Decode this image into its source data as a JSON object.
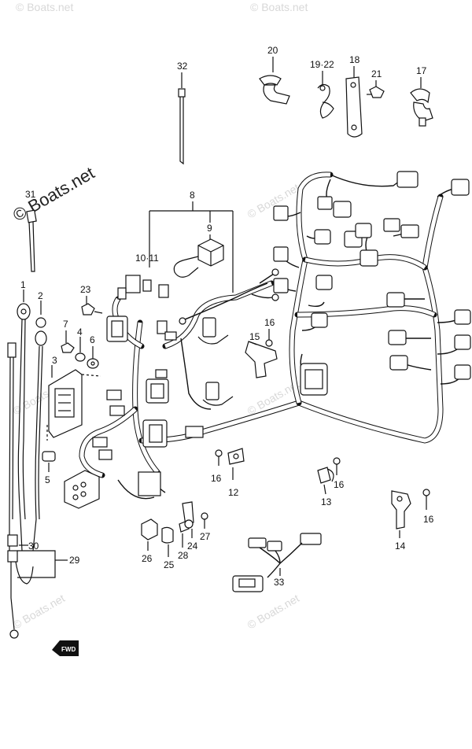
{
  "watermark": {
    "main": "© Boats.net",
    "faint": "© Boats.net"
  },
  "labels": {
    "p1": "1",
    "p2": "2",
    "p3": "3",
    "p4": "4",
    "p5": "5",
    "p6": "6",
    "p7": "7",
    "p8": "8",
    "p9": "9",
    "p10_11": "10·11",
    "p12": "12",
    "p13": "13",
    "p14": "14",
    "p15": "15",
    "p16a": "16",
    "p16b": "16",
    "p16c": "16",
    "p16d": "16",
    "p17": "17",
    "p18": "18",
    "p19_22": "19·22",
    "p20": "20",
    "p21": "21",
    "p23": "23",
    "p24": "24",
    "p25": "25",
    "p26": "26",
    "p27": "27",
    "p28": "28",
    "p29": "29",
    "p30": "30",
    "p31": "31",
    "p32": "32",
    "p33": "33"
  },
  "fwd_marker": "FWD"
}
